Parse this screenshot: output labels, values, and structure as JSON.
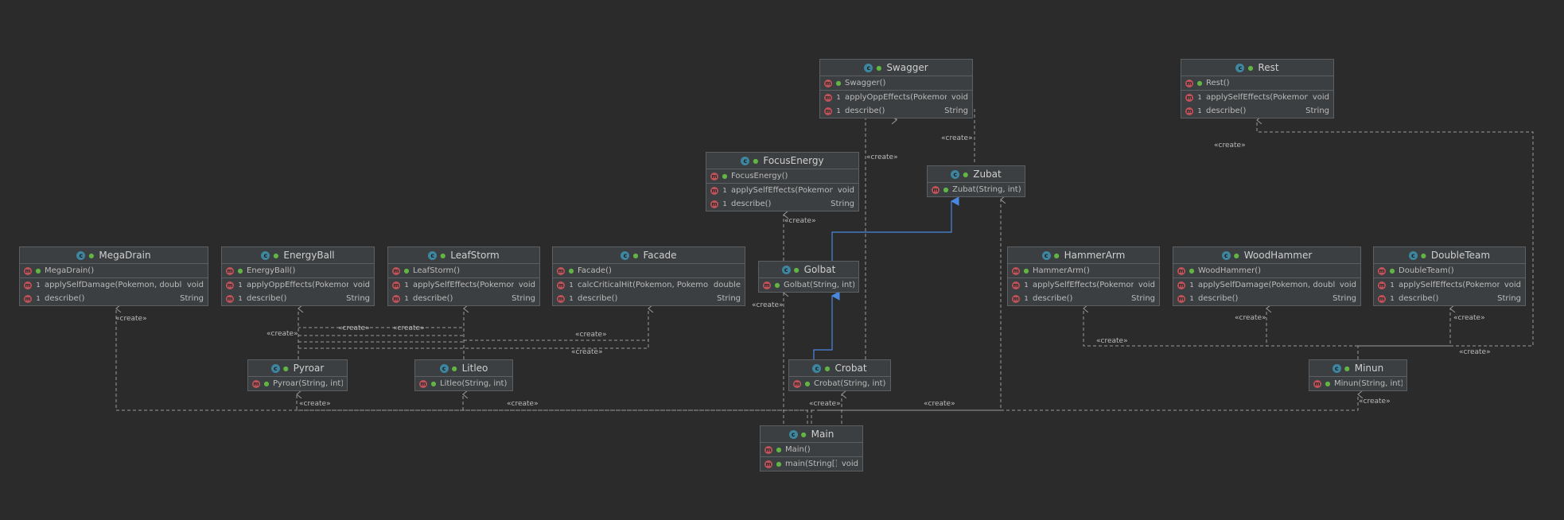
{
  "classes": [
    {
      "name": "Swagger",
      "members": {
        "ctor": "Swagger()",
        "methods": [
          {
            "sig": "applyOppEffects(Pokemon)",
            "ret": "void"
          },
          {
            "sig": "describe()",
            "ret": "String"
          }
        ]
      }
    },
    {
      "name": "Rest",
      "members": {
        "ctor": "Rest()",
        "methods": [
          {
            "sig": "applySelfEffects(Pokemon)",
            "ret": "void"
          },
          {
            "sig": "describe()",
            "ret": "String"
          }
        ]
      }
    },
    {
      "name": "FocusEnergy",
      "members": {
        "ctor": "FocusEnergy()",
        "methods": [
          {
            "sig": "applySelfEffects(Pokemon)",
            "ret": "void"
          },
          {
            "sig": "describe()",
            "ret": "String"
          }
        ]
      }
    },
    {
      "name": "Zubat",
      "members": {
        "ctor": "Zubat(String, int)",
        "methods": []
      }
    },
    {
      "name": "MegaDrain",
      "members": {
        "ctor": "MegaDrain()",
        "methods": [
          {
            "sig": "applySelfDamage(Pokemon, double)",
            "ret": "void"
          },
          {
            "sig": "describe()",
            "ret": "String"
          }
        ]
      }
    },
    {
      "name": "EnergyBall",
      "members": {
        "ctor": "EnergyBall()",
        "methods": [
          {
            "sig": "applyOppEffects(Pokemon)",
            "ret": "void"
          },
          {
            "sig": "describe()",
            "ret": "String"
          }
        ]
      }
    },
    {
      "name": "LeafStorm",
      "members": {
        "ctor": "LeafStorm()",
        "methods": [
          {
            "sig": "applySelfEffects(Pokemon)",
            "ret": "void"
          },
          {
            "sig": "describe()",
            "ret": "String"
          }
        ]
      }
    },
    {
      "name": "Facade",
      "members": {
        "ctor": "Facade()",
        "methods": [
          {
            "sig": "calcCriticalHit(Pokemon, Pokemon)",
            "ret": "double"
          },
          {
            "sig": "describe()",
            "ret": "String"
          }
        ]
      }
    },
    {
      "name": "Golbat",
      "members": {
        "ctor": "Golbat(String, int)",
        "methods": []
      }
    },
    {
      "name": "HammerArm",
      "members": {
        "ctor": "HammerArm()",
        "methods": [
          {
            "sig": "applySelfEffects(Pokemon)",
            "ret": "void"
          },
          {
            "sig": "describe()",
            "ret": "String"
          }
        ]
      }
    },
    {
      "name": "WoodHammer",
      "members": {
        "ctor": "WoodHammer()",
        "methods": [
          {
            "sig": "applySelfDamage(Pokemon, double)",
            "ret": "void"
          },
          {
            "sig": "describe()",
            "ret": "String"
          }
        ]
      }
    },
    {
      "name": "DoubleTeam",
      "members": {
        "ctor": "DoubleTeam()",
        "methods": [
          {
            "sig": "applySelfEffects(Pokemon)",
            "ret": "void"
          },
          {
            "sig": "describe()",
            "ret": "String"
          }
        ]
      }
    },
    {
      "name": "Pyroar",
      "members": {
        "ctor": "Pyroar(String, int)",
        "methods": []
      }
    },
    {
      "name": "Litleo",
      "members": {
        "ctor": "Litleo(String, int)",
        "methods": []
      }
    },
    {
      "name": "Crobat",
      "members": {
        "ctor": "Crobat(String, int)",
        "methods": []
      }
    },
    {
      "name": "Minun",
      "members": {
        "ctor": "Minun(String, int)",
        "methods": []
      }
    },
    {
      "name": "Main",
      "members": {
        "ctor": "Main()",
        "methods": [
          {
            "sig": "main(String[])",
            "ret": "void",
            "static": true
          }
        ]
      }
    }
  ],
  "edge_label": "«create»",
  "colors": {
    "create_edge": "#9a9a9a",
    "inherit_edge": "#4a88e0",
    "class_bg": "#3c3f41"
  }
}
